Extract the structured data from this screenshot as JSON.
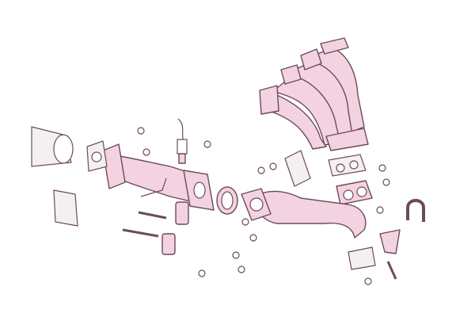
{
  "colors": {
    "part_fill": "#f3d3e1",
    "outline": "#6e4a58",
    "background": "#ffffff"
  },
  "parts": [
    "exhaust-manifold",
    "manifold-gasket",
    "front-pipe",
    "gasket-ring",
    "catalytic-converter-pipe",
    "oxygen-sensor",
    "flange-gasket",
    "bracket",
    "u-bolt",
    "springs",
    "bolts",
    "nuts"
  ]
}
